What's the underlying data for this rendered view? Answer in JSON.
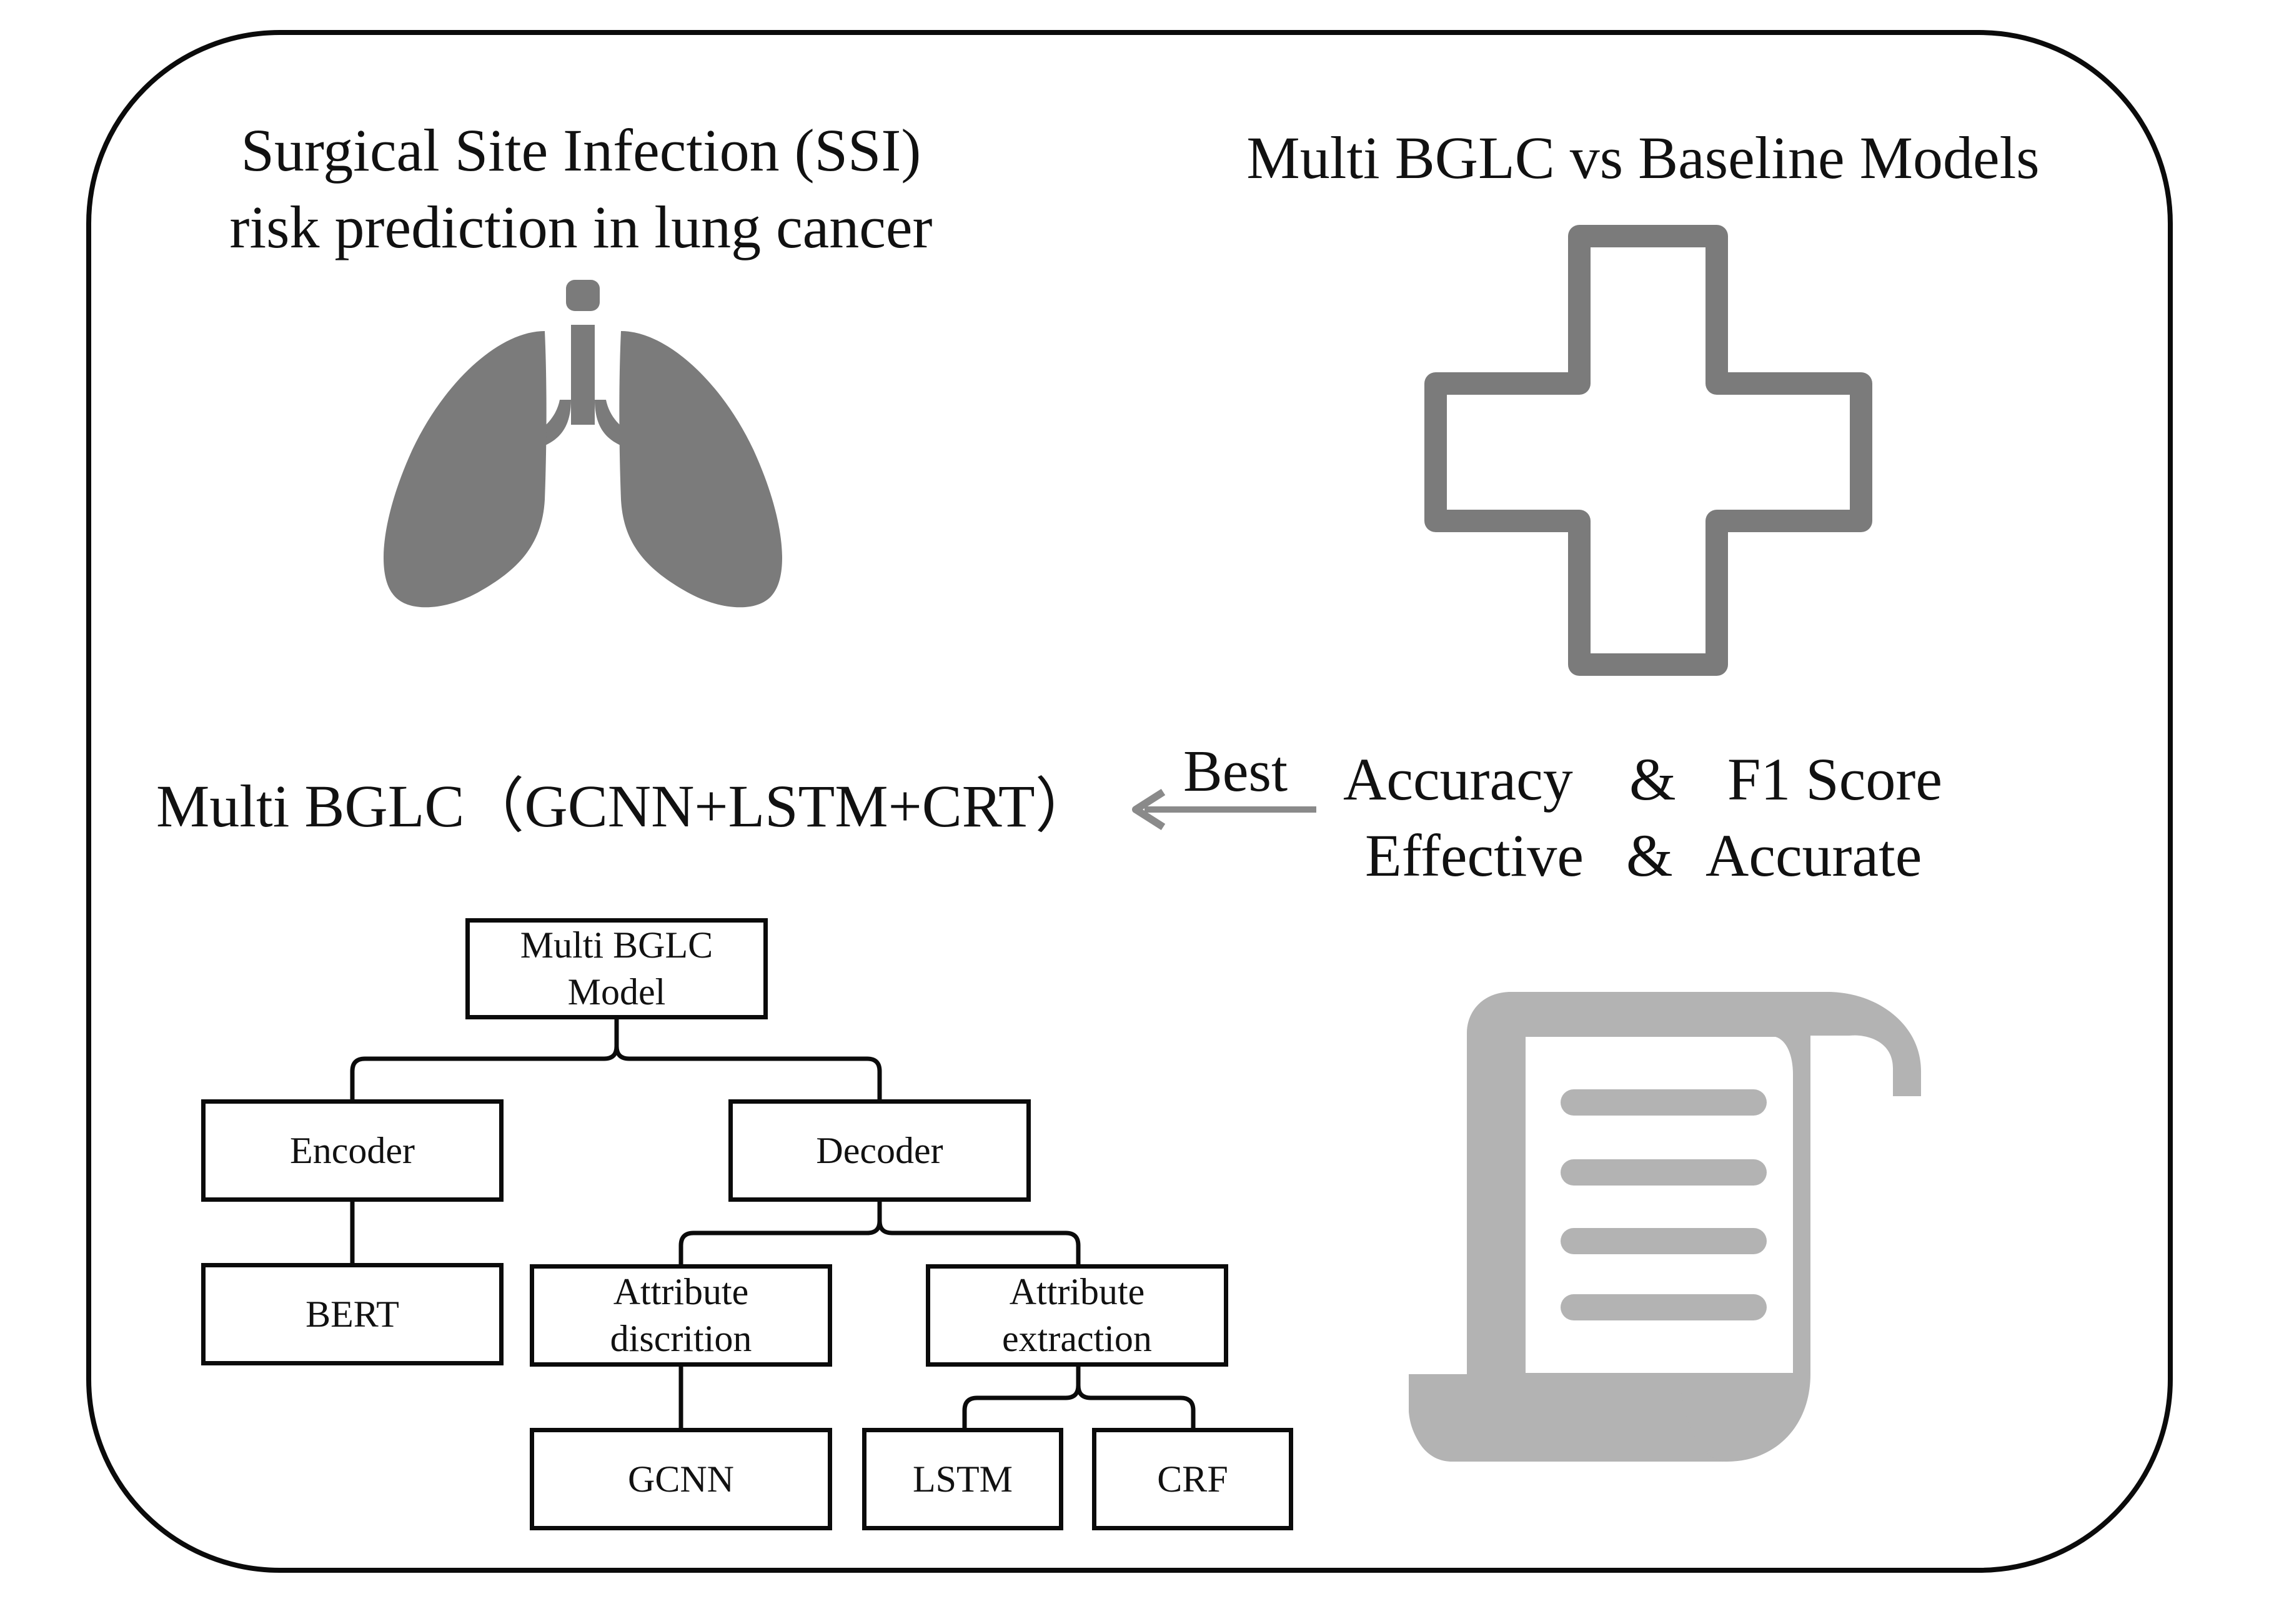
{
  "top_left": {
    "title_line1": "Surgical Site Infection (SSI)",
    "title_line2": "risk prediction in lung cancer",
    "icon": "lungs-icon"
  },
  "top_right": {
    "title": "Multi BGLC vs Baseline Models",
    "icon": "medical-cross-icon"
  },
  "middle": {
    "model_label": "Multi BGLC（GCNN+LSTM+CRT）",
    "arrow_label": "Best",
    "metrics_line1_left": "Accuracy",
    "metrics_line1_amp": "&",
    "metrics_line1_right": "F1 Score",
    "metrics_line2_left": "Effective",
    "metrics_line2_amp": "&",
    "metrics_line2_right": "Accurate"
  },
  "tree": {
    "root": [
      "Multi BGLC",
      "Model"
    ],
    "encoder": "Encoder",
    "decoder": "Decoder",
    "bert": "BERT",
    "attr_desc": [
      "Attribute",
      "discrition"
    ],
    "attr_extr": [
      "Attribute",
      "extraction"
    ],
    "gcnn": "GCNN",
    "lstm": "LSTM",
    "crf": "CRF"
  },
  "bottom_right": {
    "icon": "document-scroll-icon"
  },
  "colors": {
    "icon_dark": "#7b7b7b",
    "icon_light": "#b3b3b3",
    "frame": "#0b0b0b"
  }
}
